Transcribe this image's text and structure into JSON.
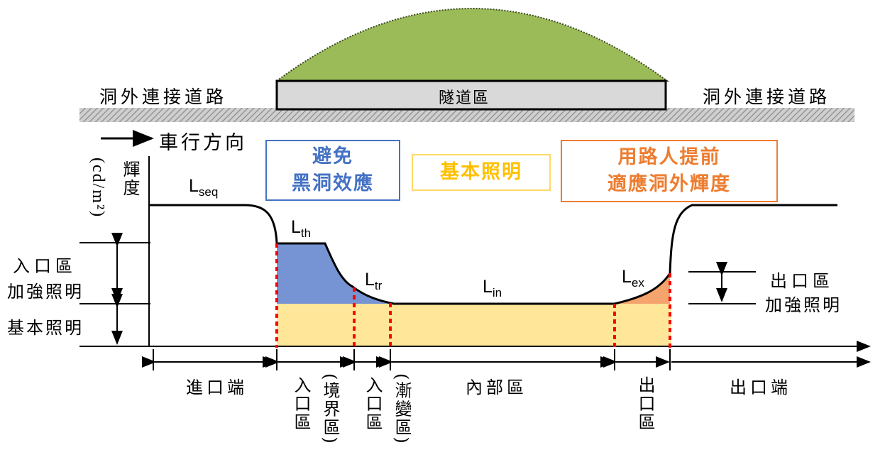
{
  "top": {
    "road_left": "洞外連接道路",
    "road_right": "洞外連接道路",
    "tunnel_zone": "隧道區",
    "direction": "車行方向"
  },
  "zones": {
    "blackhole_line1": "避免",
    "blackhole_line2": "黑洞效應",
    "basic": "基本照明",
    "exit_line1": "用路人提前",
    "exit_line2": "適應洞外輝度"
  },
  "y_axis": {
    "label": "輝度",
    "unit": "(cd/m²)"
  },
  "left_labels": {
    "entrance_boost_line1": "入口區",
    "entrance_boost_line2": "加強照明",
    "basic": "基本照明"
  },
  "right_labels": {
    "exit_boost_line1": "出口區",
    "exit_boost_line2": "加強照明"
  },
  "luminance_labels": {
    "seq": {
      "main": "L",
      "sub": "seq"
    },
    "th": {
      "main": "L",
      "sub": "th"
    },
    "tr": {
      "main": "L",
      "sub": "tr"
    },
    "in": {
      "main": "L",
      "sub": "in"
    },
    "ex": {
      "main": "L",
      "sub": "ex"
    }
  },
  "bottom_sections": {
    "approach": "進口端",
    "threshold_a": "入口區",
    "threshold_b": "(境界區)",
    "transition_a": "入口區",
    "transition_b": "(漸變區)",
    "interior": "內部區",
    "exit": "出口區",
    "exit_end": "出口端"
  },
  "colors": {
    "hill": "#9bbb59",
    "tunnel": "#d9d9d9",
    "blackhole_area": "#7694d3",
    "basic_area": "#ffe699",
    "exit_area": "#f4a46c",
    "blackhole_border": "#4472c4",
    "basic_border": "#ffd966",
    "exit_border": "#ed7d31",
    "blackhole_text": "#4472c4",
    "basic_text": "#ffc000",
    "exit_text": "#ed7d31",
    "dashed_line": "#ff0000"
  }
}
